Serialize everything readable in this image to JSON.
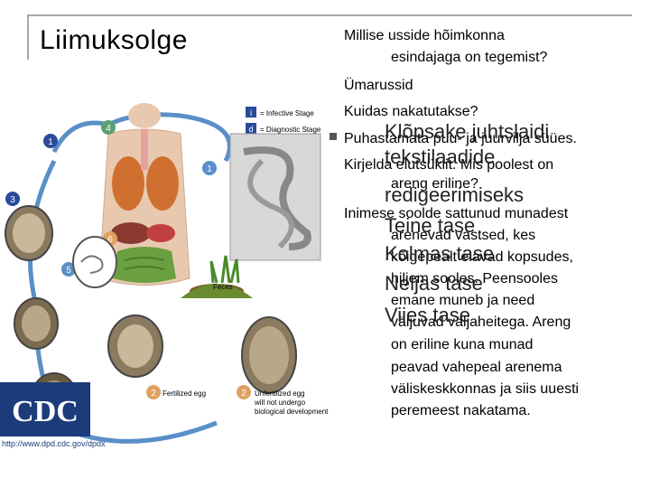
{
  "slide": {
    "title": "Liimuksolge"
  },
  "diagram": {
    "legend_infective": "= Infective Stage",
    "legend_diagnostic": "= Diagnostic Stage",
    "label_feces": "Feces",
    "label_fertilized": "Fertilized egg",
    "label_unfertilized_1": "Unfertilized egg",
    "label_unfertilized_2": "will not undergo",
    "label_unfertilized_3": "biological development",
    "cdc_logo": "CDC",
    "cdc_url": "http://www.dpd.cdc.gov/dpdx"
  },
  "text": {
    "q1_line1": "Millise usside hõimkonna",
    "q1_line2": "esindajaga on tegemist?",
    "a1": "Ümarussid",
    "q2": "Kuidas nakatutakse?",
    "a2": "Puhastamata puu- ja juurvilja süües.",
    "q3_line1": "Kirjelda elutsüklit. Mis poolest on",
    "q3_line2": "areng eriline?",
    "a3_lines": [
      "Inimese soolde sattunud munadest",
      "arenevad vastsed, kes",
      "kõigepealt elavad kopsudes,",
      "hiljem sooles. Peensooles",
      "emane muneb ja need",
      "väljuvad väljaheitega. Areng",
      "on eriline kuna munad",
      "peavad vahepeal arenema",
      "väliskeskkonnas ja siis uuesti",
      "peremeest nakatama."
    ]
  },
  "placeholder": {
    "line1": "Klõpsake juhtslaidi",
    "line2": "tekstilaadide",
    "line3": "redigeerimiseks",
    "line4": "Teine tase",
    "line5": "Kolmas tase",
    "line6": "Neljas tase",
    "line7": "Viies tase"
  }
}
